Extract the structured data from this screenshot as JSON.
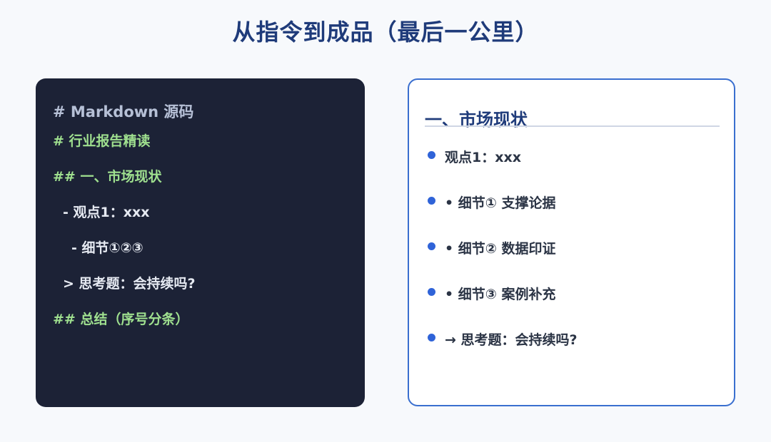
{
  "title": "从指令到成品（最后一公里）",
  "source": {
    "header": "# Markdown 源码",
    "lines": [
      {
        "text": "# 行业报告精读",
        "kind": "md-h"
      },
      {
        "text": "## 一、市场现状",
        "kind": "md-h"
      },
      {
        "text": "- 观点1：xxx",
        "kind": "md-li"
      },
      {
        "text": "- 细节①②③",
        "kind": "md-li"
      },
      {
        "text": "> 思考题：会持续吗?",
        "kind": "md-li"
      },
      {
        "text": "## 总结（序号分条）",
        "kind": "md-h"
      }
    ]
  },
  "rendered": {
    "heading": "一、市场现状",
    "items": [
      "观点1：xxx",
      "• 细节① 支撑论据",
      "• 细节② 数据印证",
      "• 细节③ 案例补充",
      "→ 思考题：会持续吗?"
    ]
  },
  "colors": {
    "title": "#1f3b7a",
    "source_bg": "#1c2236",
    "md_heading": "#9fe08f",
    "render_border": "#3a6fcf",
    "bullet": "#2f63d8"
  }
}
